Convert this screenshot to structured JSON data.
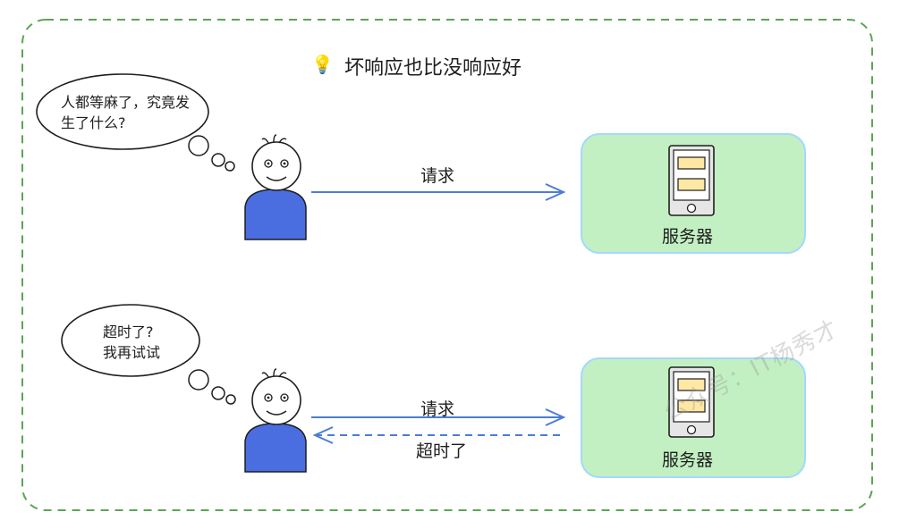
{
  "title": "坏响应也比没响应好",
  "title_icon": "lightbulb-icon",
  "scene_top": {
    "thought": "人都等麻了，究竟发生了什么?",
    "request_label": "请求",
    "server_label": "服务器"
  },
  "scene_bottom": {
    "thought": "超时了?\n我再试试",
    "request_label": "请求",
    "response_label": "超时了",
    "server_label": "服务器"
  },
  "watermark": "公众号：IT杨秀才",
  "colors": {
    "frame_border": "#5aa552",
    "person_body": "#4a6ee0",
    "server_box": "#c3f0c2",
    "server_box_border": "#a5d8ff",
    "arrow": "#4a7dd6",
    "slot_fill": "#ffe8a3"
  }
}
